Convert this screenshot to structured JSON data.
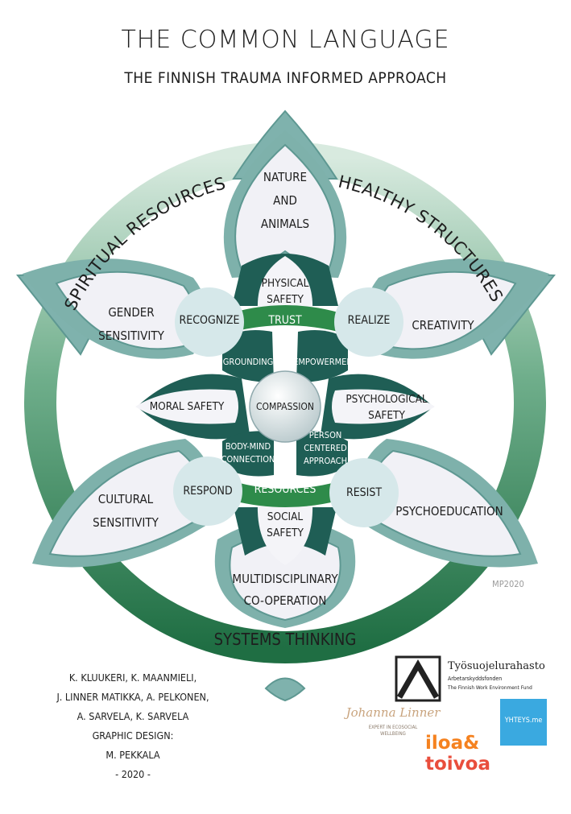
{
  "header": {
    "title": "The Common Language",
    "subtitle": "The Finnish Trauma Informed Approach"
  },
  "ring": {
    "left_arc": "Spiritual Resources",
    "right_arc": "Healthy Structures",
    "bottom": "Systems Thinking"
  },
  "petals": {
    "top": [
      "Nature",
      "and",
      "Animals"
    ],
    "upper_left": [
      "Gender",
      "Sensitivity"
    ],
    "upper_right": "Creativity",
    "lower_left": [
      "Cultural",
      "Sensitivity"
    ],
    "lower_right": "Psychoeducation",
    "bottom": [
      "Multidisciplinary",
      "Co-operation"
    ]
  },
  "inner": {
    "physical_safety": [
      "Physical",
      "Safety"
    ],
    "moral_safety": "Moral Safety",
    "psychological_safety": [
      "Psychological",
      "Safety"
    ],
    "social_safety": [
      "Social",
      "Safety"
    ],
    "trust": "Trust",
    "resources": "Resources",
    "grounding": "Grounding",
    "empowerment": "Empowerment",
    "body_mind": [
      "Body-Mind",
      "Connection"
    ],
    "person_centered": [
      "Person",
      "Centered",
      "Approach"
    ],
    "compassion": "Compassion"
  },
  "circles": {
    "recognize": "Recognize",
    "realize": "Realize",
    "respond": "Respond",
    "resist": "Resist"
  },
  "mark": "MP2020",
  "credits": [
    "K. Kluukeri, K. Maanmieli,",
    "J. Linner Matikka, A. Pelkonen,",
    "A. Sarvela, K. Sarvela",
    "Graphic design:",
    "M. Pekkala",
    "- 2020 -"
  ],
  "logos": {
    "tsr_name": "Työsuojelurahasto",
    "tsr_sv": "Arbetarskyddsfonden",
    "tsr_en": "The Finnish Work Environment Fund",
    "linner_script": "Johanna Linner",
    "linner_tag": [
      "Expert in Ecosocial",
      "Wellbeing"
    ],
    "iloa_1": "iloa&",
    "iloa_2": "toivoa",
    "yhteys": "YHTEYS.me"
  },
  "colors": {
    "ring_dark": "#25744a",
    "ring_light": "#d7e9df",
    "teal": "#6ea6a0",
    "teal_light": "#b9d5d1",
    "dark_teal": "#1f5e55",
    "green": "#2e8b4a",
    "petal_fill": "#f1f1f6",
    "circle_fill": "#d6e8ea",
    "iloa_orange": "#f58220",
    "iloa_red": "#e94e3c",
    "yhteys_blue": "#3aa9e0"
  }
}
